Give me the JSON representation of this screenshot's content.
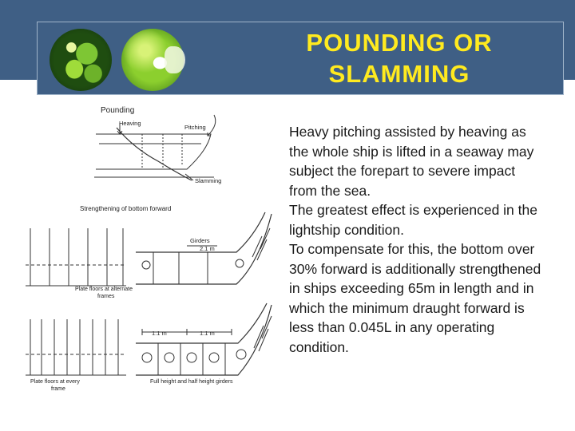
{
  "slide": {
    "title_line1": "POUNDING OR",
    "title_line2": "SLAMMING",
    "paragraphs": [
      "Heavy pitching assisted by heaving as the whole ship is lifted in a seaway may subject the forepart to severe impact from the sea.",
      "The greatest effect is experienced in the lightship condition.",
      "To compensate for this, the bottom over 30% forward is additionally strengthened in ships exceeding 65m in length and in which the minimum draught forward is less than 0.045L in any operating condition."
    ]
  },
  "diagram": {
    "heading": "Pounding",
    "label_heaving": "Heaving",
    "label_pitching": "Pitching",
    "label_slamming": "Slamming",
    "section_heading": "Strengthening of bottom forward",
    "label_girders": "Girders",
    "label_girder_spacing": "2.1 m",
    "caption_alternate_line1": "Plate floors at alternate",
    "caption_alternate_line2": "frames",
    "label_spacing_a": "1.1 m",
    "label_spacing_b": "1.1 m",
    "caption_every_line1": "Plate floors at every",
    "caption_every_line2": "frame",
    "caption_girders": "Full height and half height girders"
  },
  "colors": {
    "header_blue": "#3f5f85",
    "title_yellow": "#ffea1f"
  },
  "icons": [
    "green-leaf-logo-icon",
    "green-puzzle-logo-icon"
  ]
}
